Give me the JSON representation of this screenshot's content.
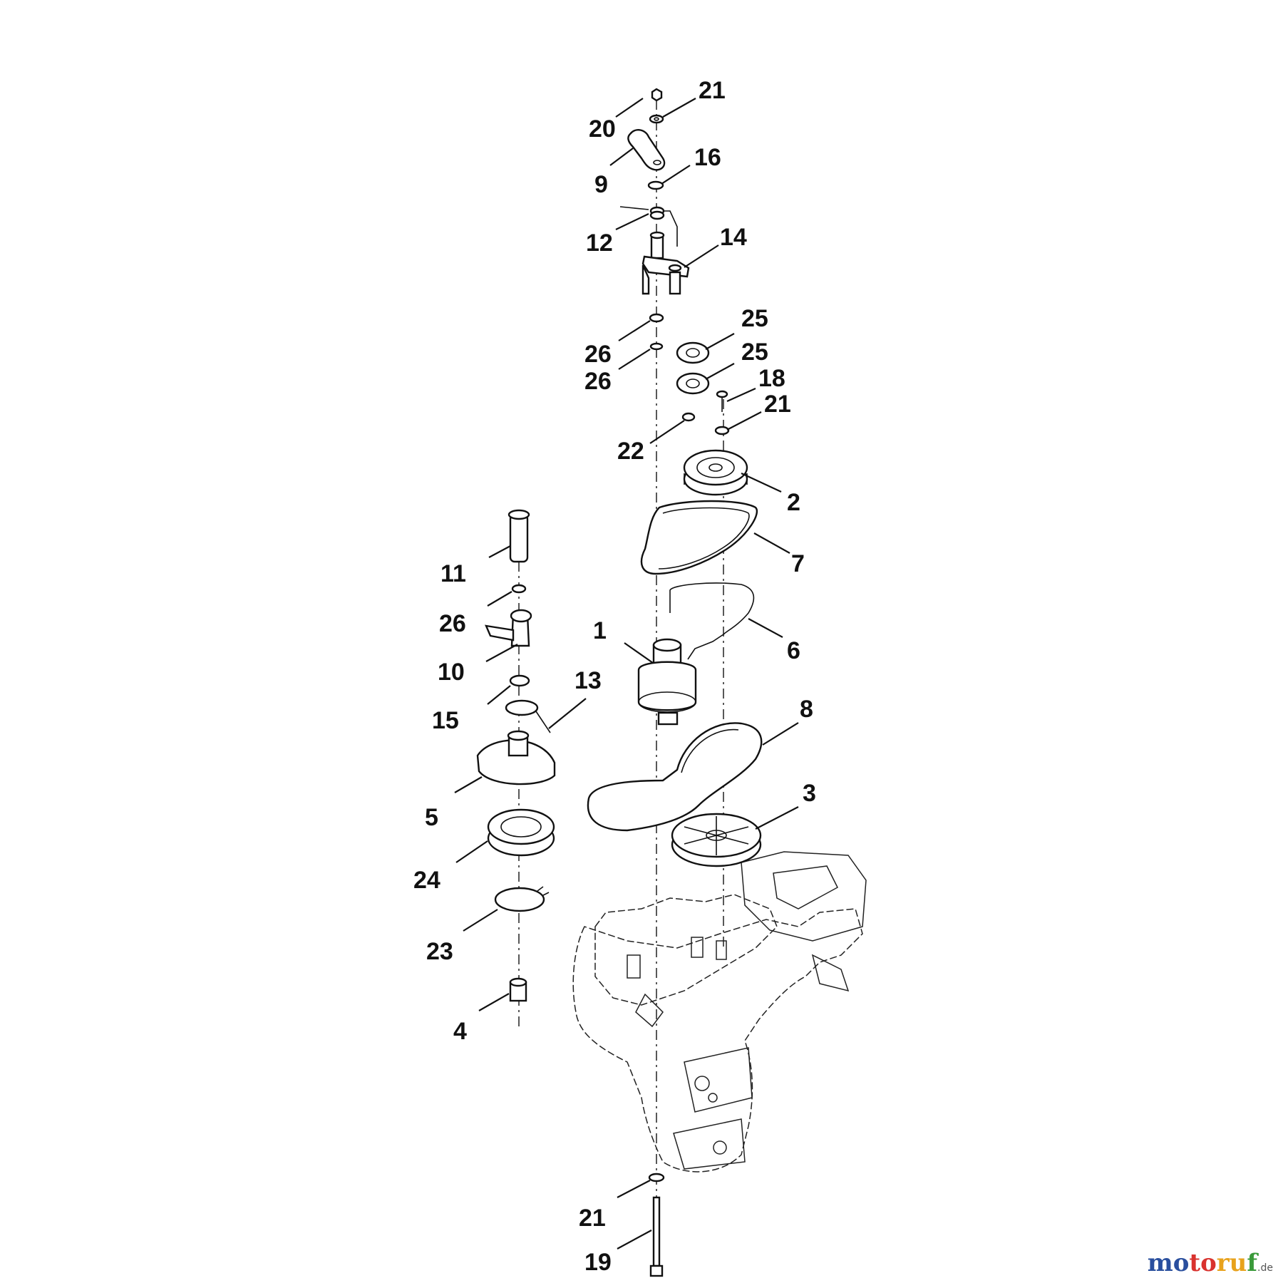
{
  "labels": {
    "p21a": "21",
    "p20": "20",
    "p16": "16",
    "p9": "9",
    "p12": "12",
    "p14": "14",
    "p25a": "25",
    "p25b": "25",
    "p26a": "26",
    "p26b": "26",
    "p18": "18",
    "p21b": "21",
    "p22": "22",
    "p2": "2",
    "p7": "7",
    "p11": "11",
    "p26c": "26",
    "p6": "6",
    "p1": "1",
    "p10": "10",
    "p13": "13",
    "p15": "15",
    "p8": "8",
    "p3": "3",
    "p5": "5",
    "p24": "24",
    "p23": "23",
    "p4": "4",
    "p21c": "21",
    "p19": "19"
  },
  "watermark": {
    "part1": "mo",
    "part2": "to",
    "part3": "ru",
    "part4": "f",
    "tld": ".de"
  }
}
